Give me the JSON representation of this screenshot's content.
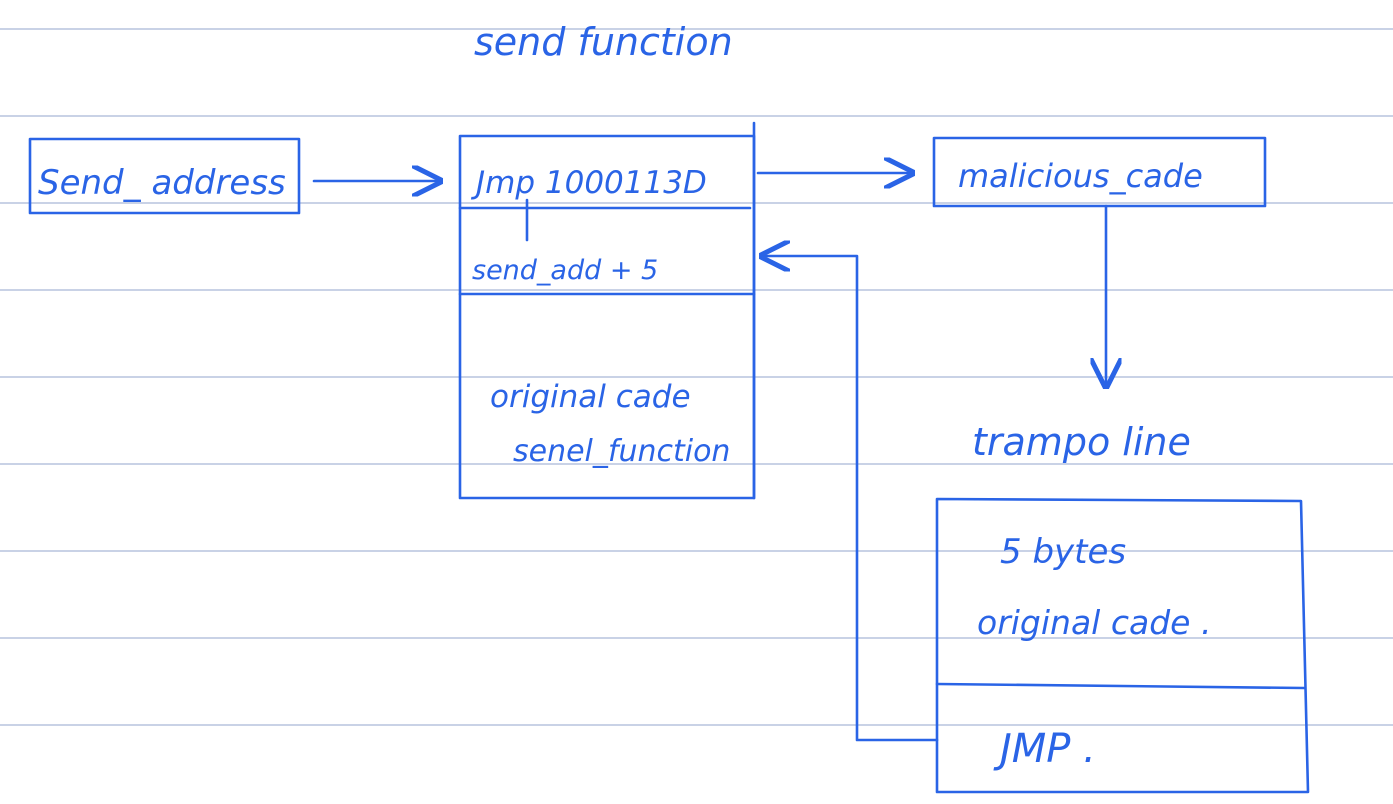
{
  "colors": {
    "ink": "#2a64e6",
    "rule": "#a9b8d6",
    "paper": "#ffffff"
  },
  "diagram": {
    "title": "send function",
    "send_address_label": "Send_ address",
    "jmp_cell": "Jmp 1000113D",
    "send_add_cell": "send_add + 5",
    "original_code_line1": "original cade",
    "original_code_line2": "senel_function",
    "malicious_label": "malicious_cade",
    "trampoline_title": "trampo line",
    "bytes_line1": "5 bytes",
    "bytes_line2": "original cade .",
    "jmp_cell_2": "JMP ."
  }
}
